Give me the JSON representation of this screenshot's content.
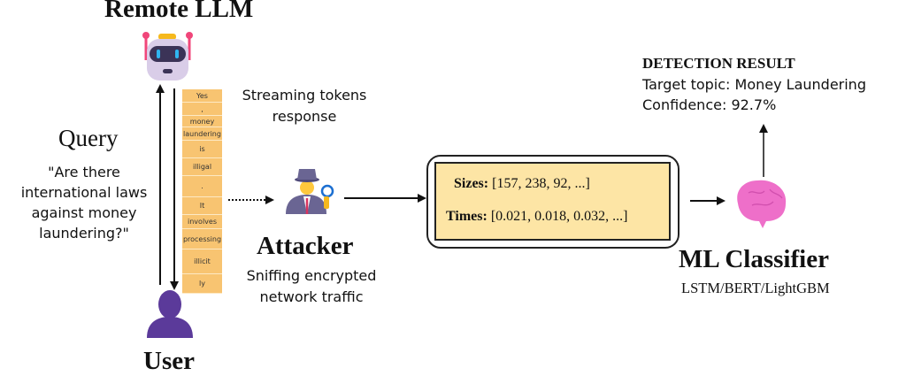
{
  "llm": {
    "title": "Remote LLM",
    "icon": "robot-icon"
  },
  "user": {
    "title": "User",
    "icon": "user-silhouette-icon"
  },
  "query": {
    "title": "Query",
    "text_lines": [
      "\"Are there",
      "international laws",
      "against money",
      "laundering?\""
    ]
  },
  "stream": {
    "label_lines": [
      "Streaming tokens",
      "response"
    ],
    "tokens": [
      "Yes",
      ",",
      "money",
      "laundering",
      "is",
      "illigal",
      ".",
      "It",
      "involves",
      "processing",
      "illicit",
      "ly"
    ]
  },
  "attacker": {
    "title": "Attacker",
    "subtitle_lines": [
      "Sniffing encrypted",
      "network traffic"
    ],
    "icon": "detective-icon"
  },
  "features": {
    "sizes_label": "Sizes:",
    "sizes_value": "[157, 238, 92, ...]",
    "times_label": "Times:",
    "times_value": "[0.021, 0.018, 0.032, ...]"
  },
  "classifier": {
    "title": "ML Classifier",
    "subtitle": "LSTM/BERT/LightGBM",
    "icon": "brain-icon"
  },
  "detection": {
    "title": "DETECTION RESULT",
    "line1": "Target topic: Money Laundering",
    "line2": "Confidence: 92.7%"
  },
  "colors": {
    "token_fill": "#f8c471",
    "feature_fill": "#fde5a5",
    "user_purple": "#5b3a9a",
    "brain_pink": "#ee6fc9",
    "robot_pink": "#f0467a"
  }
}
